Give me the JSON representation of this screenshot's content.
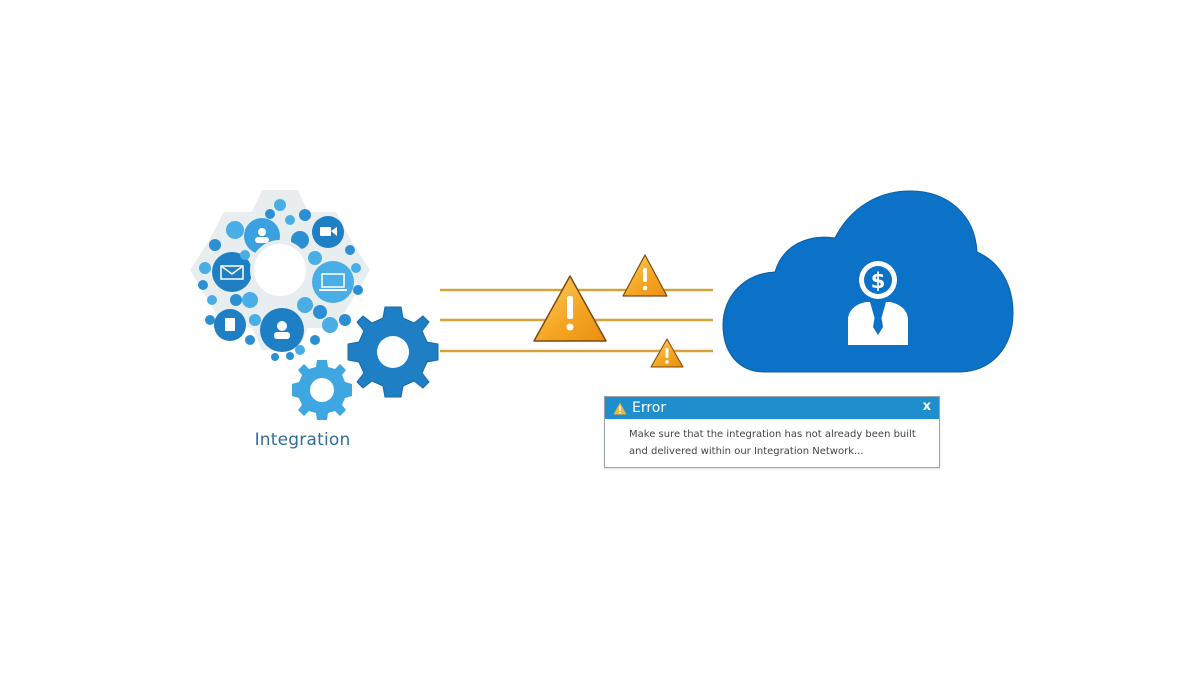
{
  "diagram": {
    "left_label": "Integration",
    "colors": {
      "gear_dark": "#1f7fc4",
      "gear_light": "#3ea6e0",
      "gear_bg": "#e8edf0",
      "cloud": "#0b72c7",
      "connector": "#d4a33a",
      "warning_fill": "#f5a623",
      "dialog_header": "#1e8fcc"
    },
    "connectors": 3,
    "warnings": 3,
    "cloud_icon": "dollar-person-icon"
  },
  "error_dialog": {
    "title": "Error",
    "close_label": "x",
    "message": "Make sure that the integration has not already been built and delivered within our Integration Network..."
  }
}
